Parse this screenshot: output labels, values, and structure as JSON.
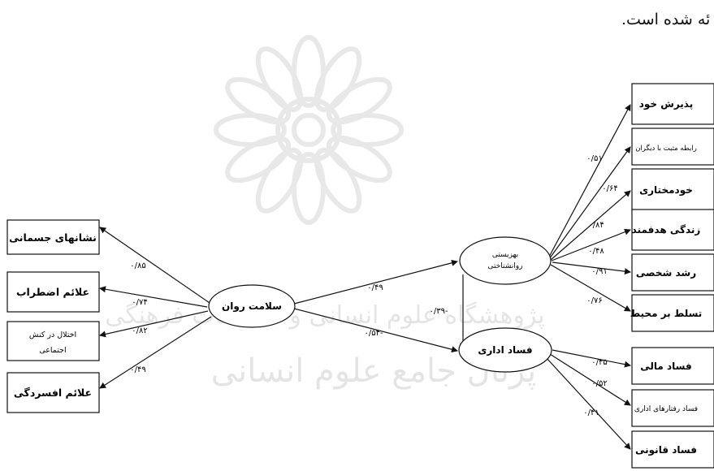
{
  "caption": "ئه شده است.",
  "watermark": {
    "line1": "پژوهشگاه علوم انسانی و مطالعات فرهنگی",
    "line2": "پرتال جامع علوم انسانی"
  },
  "latent_variables": {
    "mental_health": "سلامت روان",
    "psych_wellbeing_line1": "بهزیستی",
    "psych_wellbeing_line2": "روانشناختی",
    "admin_corruption": "فساد اداری"
  },
  "left_indicators": [
    {
      "label": "نشانهای جسمانی",
      "coef": "۰/۸۵"
    },
    {
      "label": "علائم اضطراب",
      "coef": "۰/۷۴"
    },
    {
      "label_line1": "اختلال در کنش",
      "label_line2": "اجتماعی",
      "coef": "۰/۸۲"
    },
    {
      "label": "علائم افسردگی",
      "coef": "۰/۴۹"
    }
  ],
  "wellbeing_indicators": [
    {
      "label": "پذیرش خود",
      "coef": "۰/۵۱"
    },
    {
      "label": "رابطه مثبت با دیگران",
      "coef": "۰/۶۴"
    },
    {
      "label": "خودمختاری",
      "coef": "۰/۸۴"
    },
    {
      "label": "زندگی هدفمند",
      "coef": "۰/۴۸"
    },
    {
      "label": "رشد شخصی",
      "coef": "۰/۹۱"
    },
    {
      "label": "تسلط بر محیط",
      "coef": "۰/۷۶"
    }
  ],
  "corruption_indicators": [
    {
      "label": "فساد مالی",
      "coef": "۰/۴۵"
    },
    {
      "label": "فساد رفتارهای اداری",
      "coef": "۰/۵۲"
    },
    {
      "label": "فساد قانونی",
      "coef": "۰/۴۱"
    }
  ],
  "paths": {
    "health_to_wellbeing": "۰/۴۹",
    "health_to_corruption": "۰/۵۴-",
    "wellbeing_to_corruption": "۰/۳۹-"
  }
}
